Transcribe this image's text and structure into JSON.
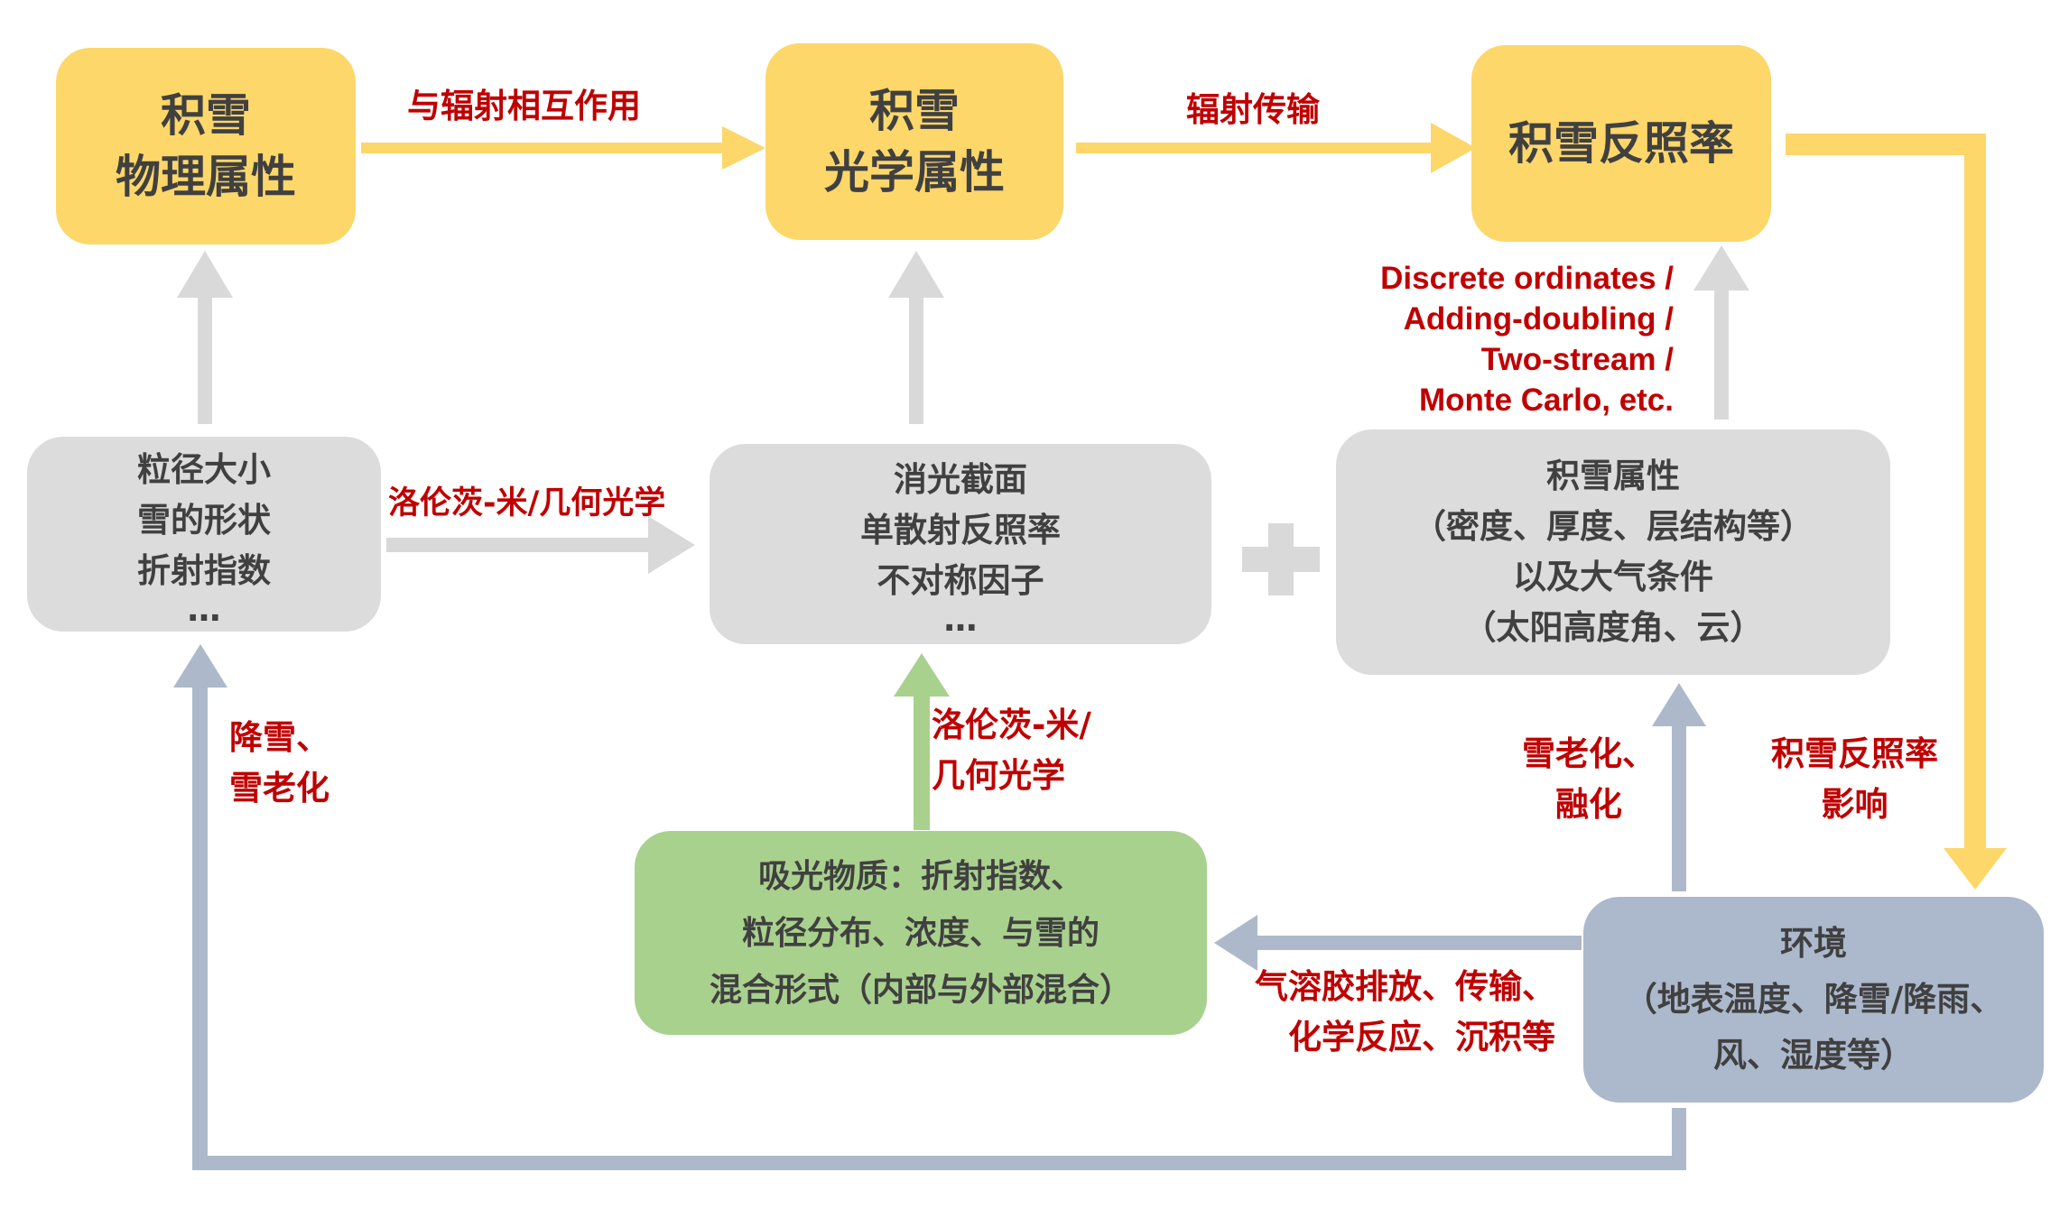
{
  "nodes": {
    "snow_physical": {
      "lines": [
        "积雪",
        "物理属性"
      ]
    },
    "snow_optical": {
      "lines": [
        "积雪",
        "光学属性"
      ]
    },
    "snow_albedo": {
      "lines": [
        "积雪反照率"
      ]
    },
    "grain_props": {
      "lines": [
        "粒径大小",
        "雪的形状",
        "折射指数",
        "…"
      ]
    },
    "extinction": {
      "lines": [
        "消光截面",
        "单散射反照率",
        "不对称因子",
        "…"
      ]
    },
    "snowpack_props": {
      "lines": [
        "积雪属性",
        "（密度、厚度、层结构等）",
        "以及大气条件",
        "（太阳高度角、云）"
      ]
    },
    "absorbers": {
      "lines": [
        "吸光物质：折射指数、",
        "粒径分布、浓度、与雪的",
        "混合形式（内部与外部混合）"
      ]
    },
    "environment": {
      "lines": [
        "环境",
        "（地表温度、降雪/降雨、",
        "风、湿度等）"
      ]
    }
  },
  "labels": {
    "radiation_interaction": {
      "lines": [
        "与辐射相互作用"
      ]
    },
    "radiative_transfer": {
      "lines": [
        "辐射传输"
      ]
    },
    "rt_methods": {
      "lines": [
        "Discrete ordinates /",
        "Adding-doubling /",
        "Two-stream /",
        "Monte Carlo, etc."
      ]
    },
    "lorenz_mie_geo": {
      "lines": [
        "洛伦茨-米/几何光学"
      ]
    },
    "lorenz_mie_geo_2": {
      "lines": [
        "洛伦茨-米/",
        "几何光学"
      ]
    },
    "snowfall_aging": {
      "lines": [
        "降雪、",
        "雪老化"
      ]
    },
    "aging_melting": {
      "lines": [
        "雪老化、",
        "融化"
      ]
    },
    "albedo_feedback": {
      "lines": [
        "积雪反照率",
        "影响"
      ]
    },
    "aerosol_processes": {
      "lines": [
        "气溶胶排放、传输、",
        "化学反应、沉积等"
      ]
    }
  },
  "colors": {
    "yellow_box": "#FDD76A",
    "yellow_arrow": "#FDD76A",
    "grey_box": "#DCDCDC",
    "grey_arrow": "#D9D9D9",
    "green_box": "#A9D18E",
    "blue_box": "#ACB8CC",
    "blue_arrow": "#ADB9CA",
    "label_red": "#C00000",
    "text_dark": "#404040"
  },
  "icons": {
    "plus": "plus-icon"
  }
}
